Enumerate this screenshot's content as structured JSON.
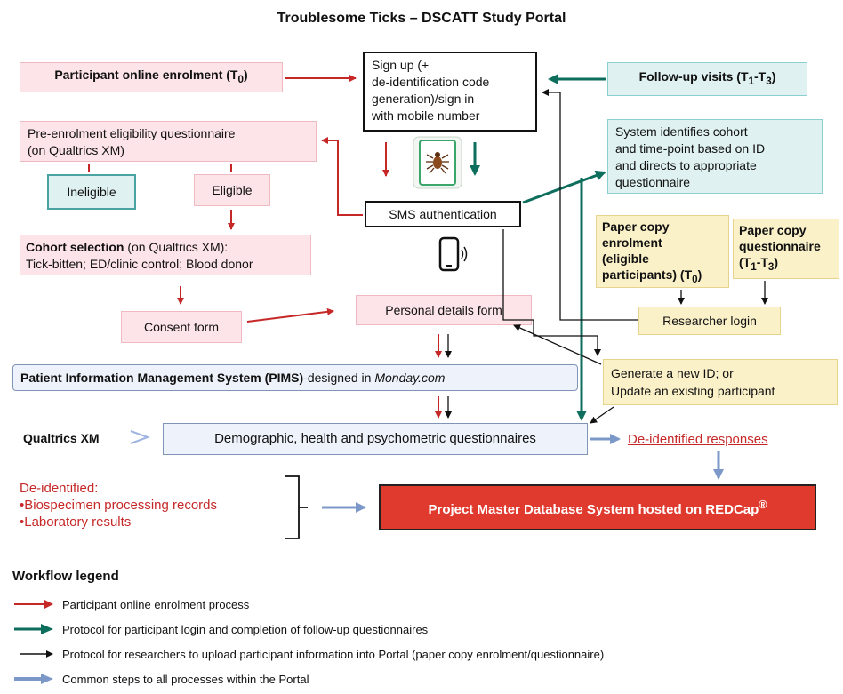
{
  "title": "Troublesome Ticks – DSCATT Study Portal",
  "boxes": {
    "enrol_prefix": "Participant online enrolment (T",
    "enrol_sub": "0",
    "enrol_suffix": ")",
    "signup_l1": "Sign up (+",
    "signup_l2": "de-identification code",
    "signup_l3": "generation)/sign in",
    "signup_l4": "with mobile number",
    "followup_prefix": "Follow-up visits (T",
    "followup_sub1": "1",
    "followup_mid": "-T",
    "followup_sub2": "3",
    "followup_suffix": ")",
    "preenrol_l1": "Pre-enrolment eligibility questionnaire",
    "preenrol_l2": "(on Qualtrics XM)",
    "ineligible": "Ineligible",
    "eligible": "Eligible",
    "system_l1": "System identifies cohort",
    "system_l2": "and time-point based on  ID",
    "system_l3": "and directs to appropriate",
    "system_l4": "questionnaire",
    "sms": "SMS authentication",
    "paper_enrol_l1": "Paper copy",
    "paper_enrol_l2": "enrolment",
    "paper_enrol_l3": "(eligible",
    "paper_enrol_l4": "participants) (T",
    "paper_enrol_sub": "0",
    "paper_enrol_suffix": ")",
    "paper_q_l1": "Paper copy",
    "paper_q_l2": "questionnaire",
    "paper_q_l3": "(T",
    "paper_q_sub1": "1",
    "paper_q_mid": "-T",
    "paper_q_sub2": "3",
    "paper_q_suffix": ")",
    "cohort_bold": "Cohort selection",
    "cohort_rest": " (on Qualtrics XM):",
    "cohort_l2": "Tick-bitten; ED/clinic control;  Blood donor",
    "researcher_login": "Researcher login",
    "consent": "Consent form",
    "personal": "Personal details form",
    "pims_bold": "Patient Information Management System (PIMS)",
    "pims_rest": "-designed in ",
    "pims_italic": "Monday.com",
    "generate_l1": "Generate a new ID; or",
    "generate_l2": "Update an existing participant",
    "qualtrics_label": "Qualtrics XM",
    "demographic": "Demographic, health and psychometric questionnaires",
    "deidentified_responses": "De-identified responses",
    "deid_l1": "De-identified:",
    "deid_l2": "•Biospecimen processing records",
    "deid_l3": "•Laboratory results",
    "master": "Project Master Database System hosted on REDCap",
    "master_sup": "®"
  },
  "legend": {
    "title": "Workflow legend",
    "items": [
      {
        "label": "Participant online enrolment process",
        "color": "#c62828"
      },
      {
        "label": "Protocol for participant login and completion of follow-up questionnaires",
        "color": "#0d6e5e"
      },
      {
        "label": "Protocol for researchers to upload participant information into Portal  (paper copy enrolment/questionnaire)",
        "color": "#111111"
      },
      {
        "label": "Common steps to all processes within the Portal",
        "color": "#7c98c9"
      }
    ]
  },
  "colors": {
    "red": "#c62828",
    "green": "#0d6e5e",
    "black": "#111111",
    "blue": "#7c98c9",
    "master_red": "#e03a2f"
  },
  "icons": [
    "tablet-tick-icon",
    "mobile-phone-icon",
    "chevron-right-icon"
  ]
}
